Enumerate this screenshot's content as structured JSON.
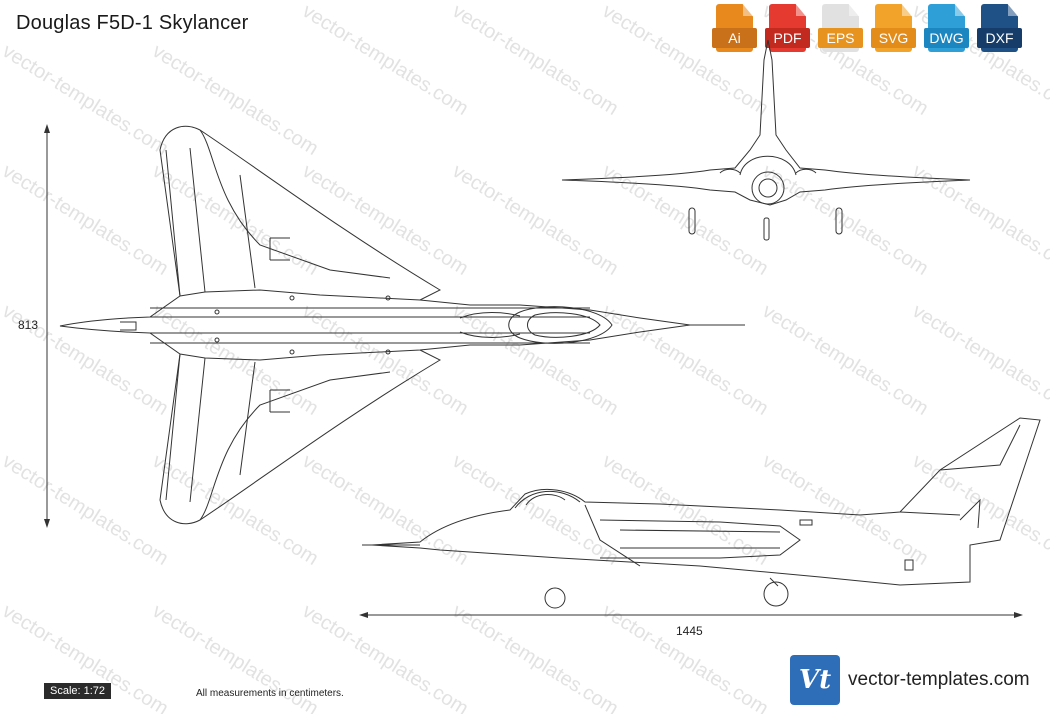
{
  "title": "Douglas F5D-1 Skylancer",
  "formats": [
    {
      "label": "Ai",
      "color": "#e8891e",
      "band": "#c9711a"
    },
    {
      "label": "PDF",
      "color": "#e53a2f",
      "band": "#c22a20"
    },
    {
      "label": "EPS",
      "color": "#e1e1e1",
      "band": "#e6931f"
    },
    {
      "label": "SVG",
      "color": "#f2a42a",
      "band": "#e38c19"
    },
    {
      "label": "DWG",
      "color": "#2f9fd8",
      "band": "#1c86c1"
    },
    {
      "label": "DXF",
      "color": "#1f5187",
      "band": "#163d69"
    }
  ],
  "dimensions": {
    "span": "813",
    "length": "1445"
  },
  "scale": "Scale: 1:72",
  "note": "All measurements in centimeters.",
  "brand": {
    "logo_text": "Vt",
    "name": "vector-templates.com"
  },
  "watermark": "vector-templates.com"
}
